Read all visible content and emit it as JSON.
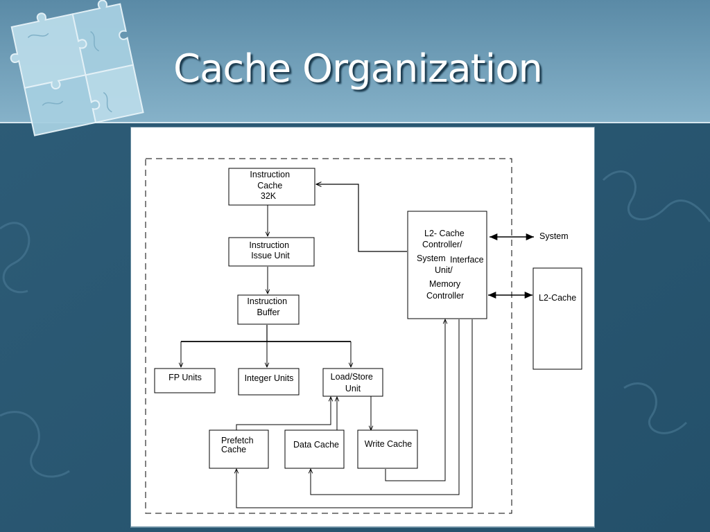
{
  "slide": {
    "title": "Cache Organization"
  },
  "diagram": {
    "blocks": {
      "icache": [
        "Instruction",
        "Cache",
        "32K"
      ],
      "issue": [
        "Instruction",
        "Issue Unit"
      ],
      "ibuffer": [
        "Instruction",
        "Buffer"
      ],
      "fp": [
        "FP Units"
      ],
      "integer": [
        "Integer Units"
      ],
      "loadstore": [
        "Load/Store",
        "Unit"
      ],
      "prefetch": [
        "Prefetch",
        "Cache"
      ],
      "dcache": [
        "Data Cache"
      ],
      "wcache": [
        "Write Cache"
      ],
      "l2ctrl": [
        "L2- Cache",
        "Controller/",
        "System",
        "Interface",
        "Unit/",
        "Memory",
        "Controller"
      ],
      "l2cache": [
        "L2-Cache"
      ]
    },
    "external_labels": {
      "system": "System"
    }
  },
  "colors": {
    "header_top": "#5d8eaa",
    "header_bottom": "#8fb9cf",
    "body_bg": "#2f5e79",
    "diagram_bg": "#ffffff",
    "stroke": "#000000"
  }
}
